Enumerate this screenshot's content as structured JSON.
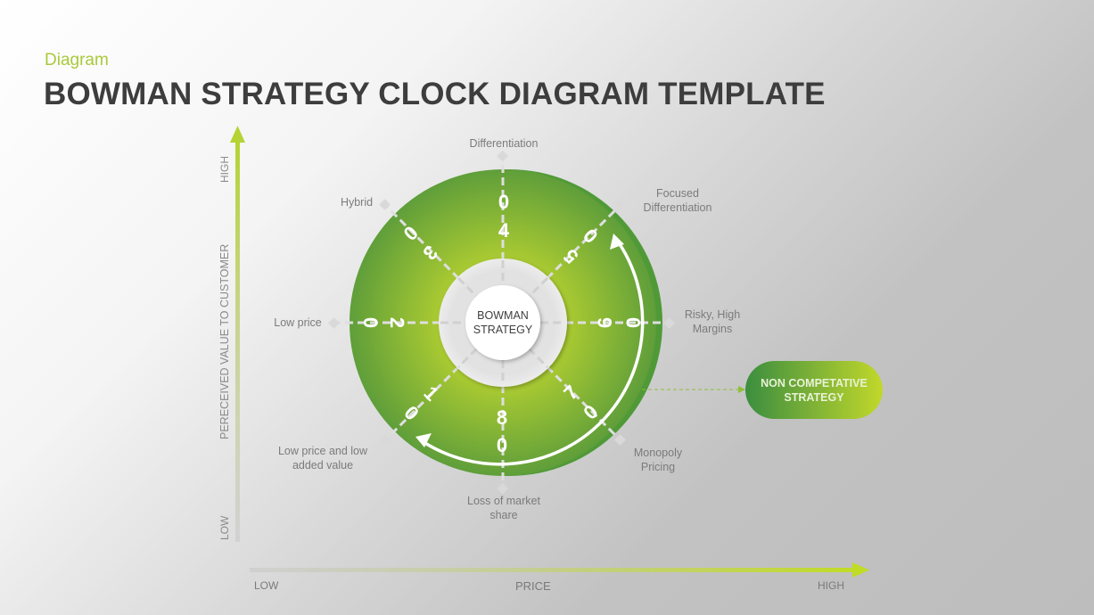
{
  "header": {
    "subtitle": "Diagram",
    "title": "BOWMAN STRATEGY CLOCK DIAGRAM TEMPLATE"
  },
  "y_axis": {
    "label": "PERECEIVED VALUE TO CUSTOMER",
    "high": "HIGH",
    "low": "LOW"
  },
  "x_axis": {
    "label": "PRICE",
    "low": "LOW",
    "high": "HIGH"
  },
  "clock": {
    "center_line1": "BOWMAN",
    "center_line2": "STRATEGY",
    "spokes": [
      {
        "number": "01",
        "label_line1": "Low price and low",
        "label_line2": "added value"
      },
      {
        "number": "02",
        "label_line1": "Low price",
        "label_line2": ""
      },
      {
        "number": "03",
        "label_line1": "Hybrid",
        "label_line2": ""
      },
      {
        "number": "04",
        "label_line1": "Differentiation",
        "label_line2": ""
      },
      {
        "number": "05",
        "label_line1": "Focused",
        "label_line2": "Differentiation"
      },
      {
        "number": "06",
        "label_line1": "Risky, High",
        "label_line2": "Margins"
      },
      {
        "number": "07",
        "label_line1": "Monopoly",
        "label_line2": "Pricing"
      },
      {
        "number": "08",
        "label_line1": "Loss of market",
        "label_line2": "share"
      }
    ]
  },
  "callout": {
    "line1": "NON COMPETATIVE",
    "line2": "STRATEGY"
  },
  "colors": {
    "accent_green": "#a9c93a",
    "dark_green": "#4f9a37",
    "title_gray": "#3d3d3d",
    "label_gray": "#7b7b7b"
  }
}
